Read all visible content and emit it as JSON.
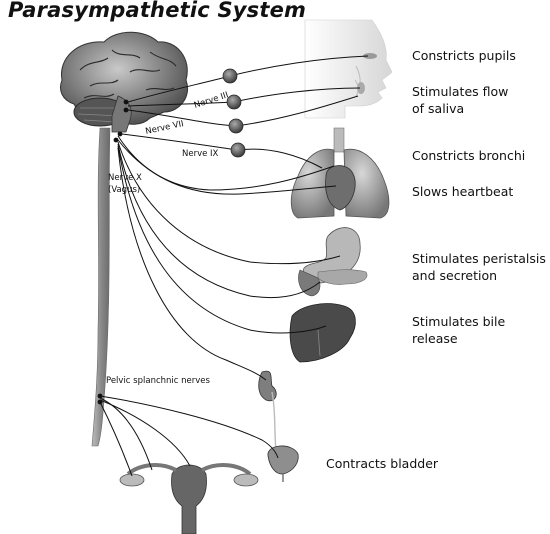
{
  "title": "Parasympathetic System",
  "nerves": {
    "nerve_iii": "Nerve III",
    "nerve_vii": "Nerve VII",
    "nerve_ix": "Nerve IX",
    "nerve_x_line1": "Nerve X",
    "nerve_x_line2": "(Vagus)",
    "pelvic": "Pelvic splanchnic nerves"
  },
  "effects": {
    "pupils": [
      "Constricts pupils"
    ],
    "saliva": [
      "Stimulates flow",
      "of saliva"
    ],
    "bronchi": [
      "Constricts bronchi"
    ],
    "heart": [
      "Slows heartbeat"
    ],
    "peristalsis": [
      "Stimulates peristalsis",
      "and secretion"
    ],
    "bile": [
      "Stimulates bile",
      "release"
    ],
    "bladder": [
      "Contracts bladder"
    ]
  },
  "colors": {
    "nerve_line": "#111111",
    "organ_dark": "#555555",
    "organ_mid": "#8a8a8a",
    "organ_light": "#c8c8c8",
    "spinal_cord": "#9a9a9a"
  }
}
